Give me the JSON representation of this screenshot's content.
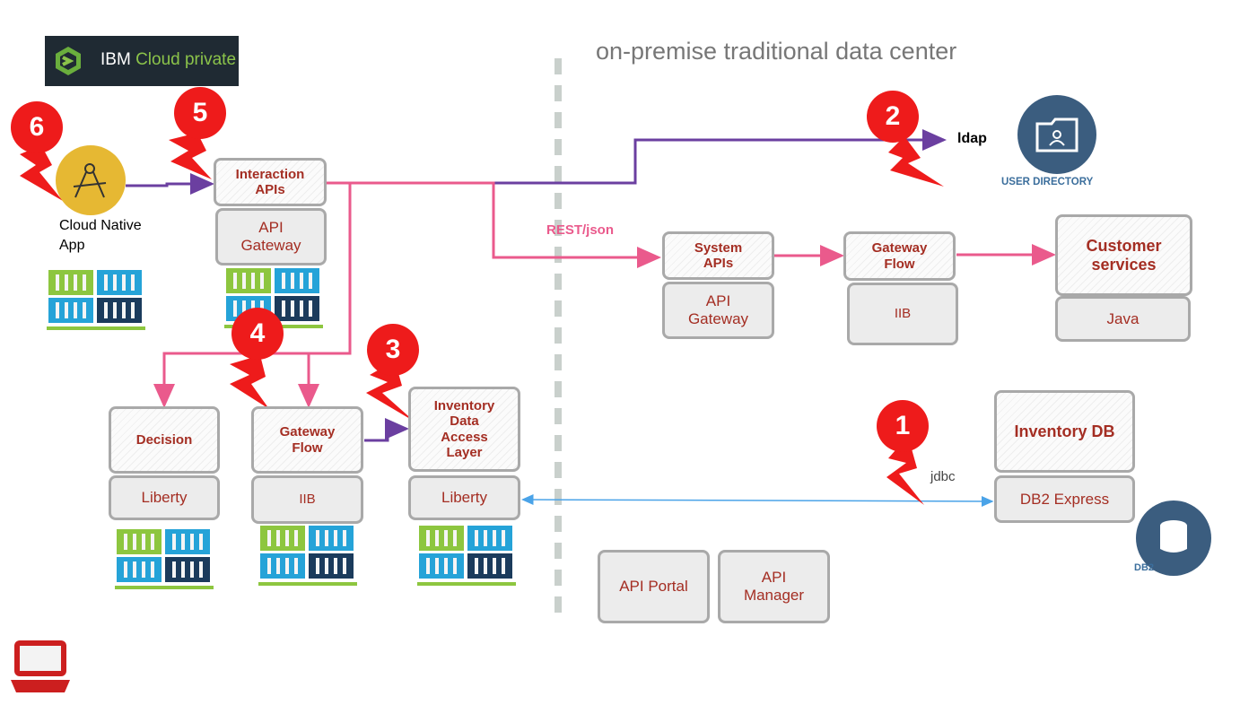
{
  "header": {
    "logo_text_ibm": "IBM",
    "logo_text_cloud": "Cloud private",
    "title": "on-premise traditional data center"
  },
  "labels": {
    "cloud_native_app": "Cloud Native\nApp",
    "ldap": "ldap",
    "user_directory": "USER DIRECTORY",
    "rest_json": "REST/json",
    "jdbc": "jdbc",
    "db2": "DB2"
  },
  "boxes": {
    "interaction_apis": "Interaction\nAPIs",
    "api_gateway_1": "API\nGateway",
    "system_apis": "System\nAPIs",
    "api_gateway_2": "API\nGateway",
    "gateway_flow_top": "Gateway\nFlow",
    "iib_top": "IIB",
    "customer_services": "Customer\nservices",
    "java": "Java",
    "decision": "Decision",
    "liberty_1": "Liberty",
    "gateway_flow_bottom": "Gateway\nFlow",
    "iib_bottom": "IIB",
    "inventory_dal": "Inventory\nData\nAccess\nLayer",
    "liberty_2": "Liberty",
    "inventory_db": "Inventory DB",
    "db2_express": "DB2 Express",
    "api_portal": "API Portal",
    "api_manager": "API\nManager"
  },
  "badges": [
    "1",
    "2",
    "3",
    "4",
    "5",
    "6"
  ],
  "colors": {
    "pink": "#ea5a8c",
    "purple": "#6b3fa0",
    "blue": "#4aa3e8",
    "badge_red": "#ee1b1b",
    "box_text": "#a42e23",
    "dark_blue": "#3b5d7f"
  },
  "icons": [
    "compass-icon",
    "folder-user-icon",
    "database-icon",
    "laptop-icon",
    "container-stack-icon"
  ]
}
